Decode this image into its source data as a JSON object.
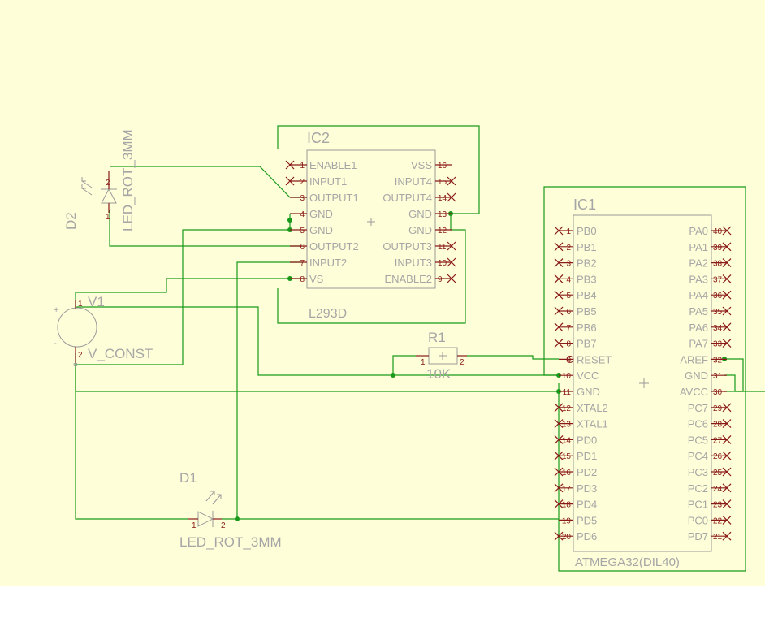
{
  "ic2": {
    "name": "IC2",
    "value": "L293D",
    "left_pins": [
      {
        "num": "1",
        "label": "ENABLE1"
      },
      {
        "num": "2",
        "label": "INPUT1"
      },
      {
        "num": "3",
        "label": "OUTPUT1"
      },
      {
        "num": "4",
        "label": "GND"
      },
      {
        "num": "5",
        "label": "GND"
      },
      {
        "num": "6",
        "label": "OUTPUT2"
      },
      {
        "num": "7",
        "label": "INPUT2"
      },
      {
        "num": "8",
        "label": "VS"
      }
    ],
    "right_pins": [
      {
        "num": "16",
        "label": "VSS"
      },
      {
        "num": "15",
        "label": "INPUT4"
      },
      {
        "num": "14",
        "label": "OUTPUT4"
      },
      {
        "num": "13",
        "label": "GND"
      },
      {
        "num": "12",
        "label": "GND"
      },
      {
        "num": "11",
        "label": "OUTPUT3"
      },
      {
        "num": "10",
        "label": "INPUT3"
      },
      {
        "num": "9",
        "label": "ENABLE2"
      }
    ]
  },
  "ic1": {
    "name": "IC1",
    "value": "ATMEGA32(DIL40)",
    "left_pins": [
      {
        "num": "1",
        "label": "PB0"
      },
      {
        "num": "2",
        "label": "PB1"
      },
      {
        "num": "3",
        "label": "PB2"
      },
      {
        "num": "4",
        "label": "PB3"
      },
      {
        "num": "5",
        "label": "PB4"
      },
      {
        "num": "6",
        "label": "PB5"
      },
      {
        "num": "7",
        "label": "PB6"
      },
      {
        "num": "8",
        "label": "PB7"
      },
      {
        "num": "9",
        "label": "RESET"
      },
      {
        "num": "10",
        "label": "VCC"
      },
      {
        "num": "11",
        "label": "GND"
      },
      {
        "num": "12",
        "label": "XTAL2"
      },
      {
        "num": "13",
        "label": "XTAL1"
      },
      {
        "num": "14",
        "label": "PD0"
      },
      {
        "num": "15",
        "label": "PD1"
      },
      {
        "num": "16",
        "label": "PD2"
      },
      {
        "num": "17",
        "label": "PD3"
      },
      {
        "num": "18",
        "label": "PD4"
      },
      {
        "num": "19",
        "label": "PD5"
      },
      {
        "num": "20",
        "label": "PD6"
      }
    ],
    "right_pins": [
      {
        "num": "40",
        "label": "PA0"
      },
      {
        "num": "39",
        "label": "PA1"
      },
      {
        "num": "38",
        "label": "PA2"
      },
      {
        "num": "37",
        "label": "PA3"
      },
      {
        "num": "36",
        "label": "PA4"
      },
      {
        "num": "35",
        "label": "PA5"
      },
      {
        "num": "34",
        "label": "PA6"
      },
      {
        "num": "33",
        "label": "PA7"
      },
      {
        "num": "32",
        "label": "AREF"
      },
      {
        "num": "31",
        "label": "GND"
      },
      {
        "num": "30",
        "label": "AVCC"
      },
      {
        "num": "29",
        "label": "PC7"
      },
      {
        "num": "28",
        "label": "PC6"
      },
      {
        "num": "27",
        "label": "PC5"
      },
      {
        "num": "26",
        "label": "PC4"
      },
      {
        "num": "25",
        "label": "PC3"
      },
      {
        "num": "24",
        "label": "PC2"
      },
      {
        "num": "23",
        "label": "PC1"
      },
      {
        "num": "22",
        "label": "PC0"
      },
      {
        "num": "21",
        "label": "PD7"
      }
    ]
  },
  "r1": {
    "name": "R1",
    "value": "10K",
    "pin1": "1",
    "pin2": "2"
  },
  "v1": {
    "name": "V1",
    "value": "V_CONST",
    "pin1": "1",
    "pin2": "2",
    "plus": "+",
    "minus": "-"
  },
  "d1": {
    "name": "D1",
    "value": "LED_ROT_3MM",
    "pin1": "1",
    "pin2": "2"
  },
  "d2": {
    "name": "D2",
    "value": "LED_ROT_3MM",
    "pin1": "1",
    "pin2": "2"
  },
  "colors": {
    "wire": "#1a9a1a",
    "pin": "#8a1a1a",
    "body": "#9a9a9a",
    "sheet": "#fefed8"
  }
}
